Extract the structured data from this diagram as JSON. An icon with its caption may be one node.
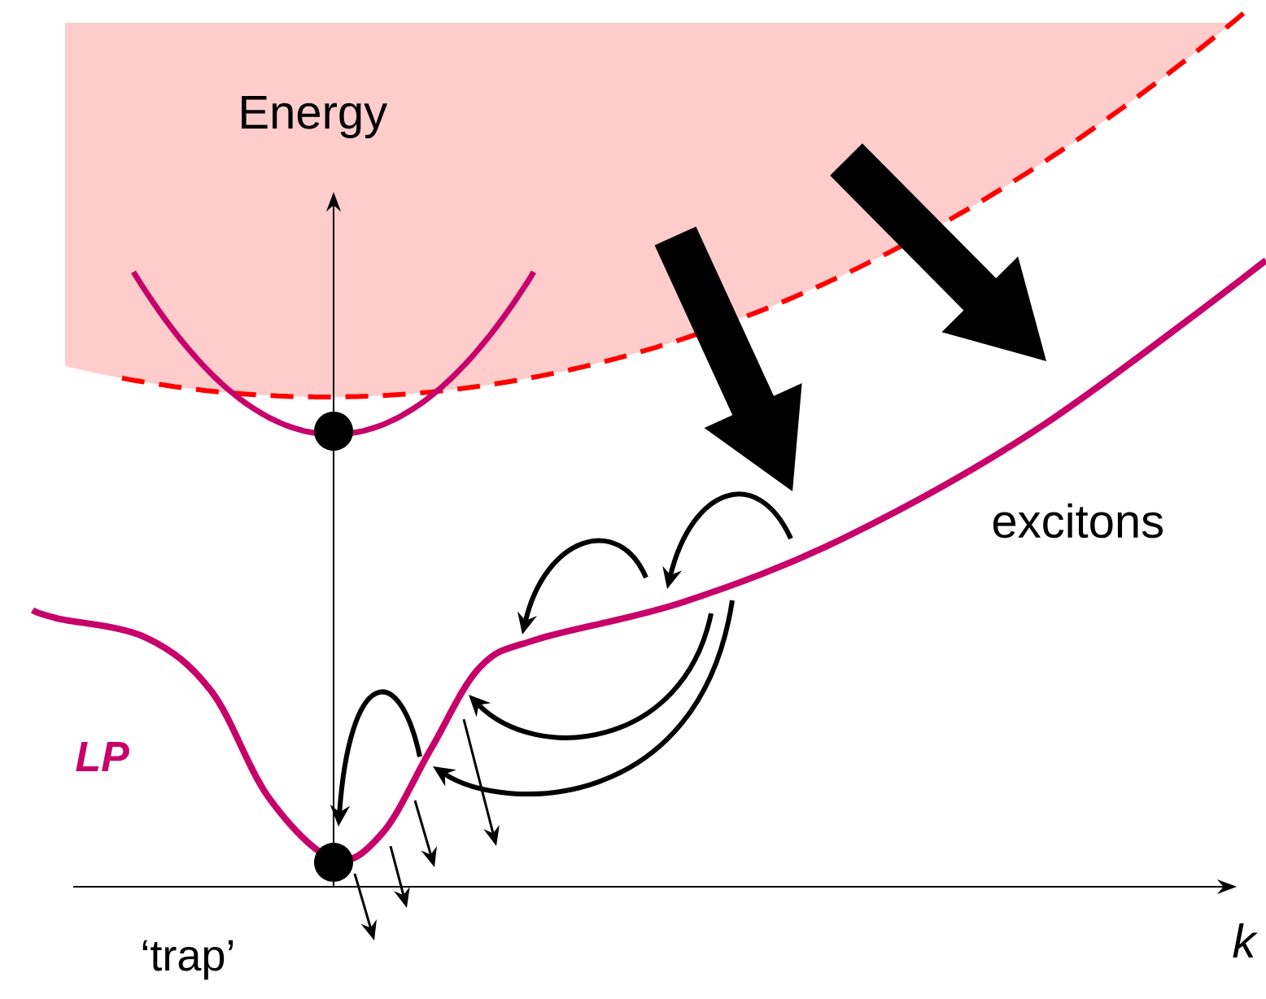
{
  "diagram": {
    "labels": [
      "Energy",
      "excitons",
      "LP",
      "‘trap’",
      "k"
    ]
  }
}
